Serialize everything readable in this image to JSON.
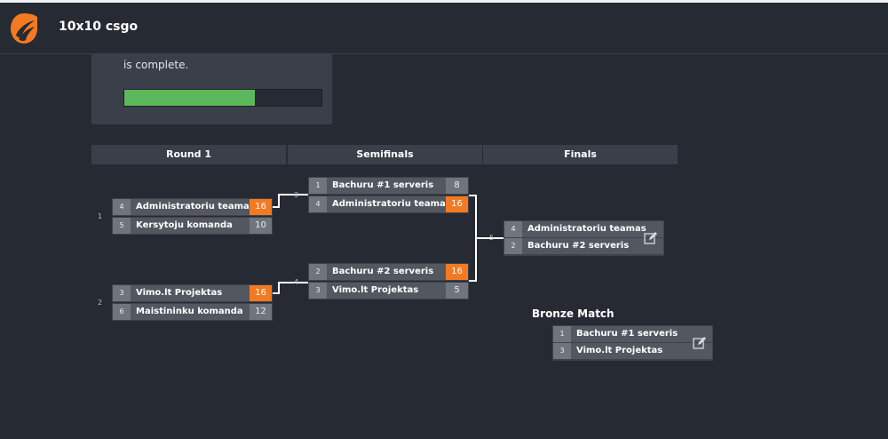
{
  "header": {
    "title": "10x10 csgo"
  },
  "info_card": {
    "text": "is complete.",
    "progress_fraction": 0.66
  },
  "rounds": [
    "Round 1",
    "Semifinals",
    "Finals"
  ],
  "round1": [
    {
      "num": "1",
      "teams": [
        {
          "seed": "4",
          "name": "Administratoriu teamas",
          "score": "16",
          "winner": true
        },
        {
          "seed": "5",
          "name": "Kersytoju komanda",
          "score": "10",
          "winner": false
        }
      ]
    },
    {
      "num": "2",
      "teams": [
        {
          "seed": "3",
          "name": "Vimo.lt Projektas",
          "score": "16",
          "winner": true
        },
        {
          "seed": "6",
          "name": "Maistininku komanda",
          "score": "12",
          "winner": false
        }
      ]
    }
  ],
  "semifinals": [
    {
      "num": "3",
      "teams": [
        {
          "seed": "1",
          "name": "Bachuru #1 serveris",
          "score": "8",
          "winner": false
        },
        {
          "seed": "4",
          "name": "Administratoriu teamas",
          "score": "16",
          "winner": true
        }
      ]
    },
    {
      "num": "4",
      "teams": [
        {
          "seed": "2",
          "name": "Bachuru #2 serveris",
          "score": "16",
          "winner": true
        },
        {
          "seed": "3",
          "name": "Vimo.lt Projektas",
          "score": "5",
          "winner": false
        }
      ]
    }
  ],
  "final": {
    "num": "5",
    "teams": [
      {
        "seed": "4",
        "name": "Administratoriu teamas"
      },
      {
        "seed": "2",
        "name": "Bachuru #2 serveris"
      }
    ]
  },
  "bronze": {
    "title": "Bronze Match",
    "teams": [
      {
        "seed": "1",
        "name": "Bachuru #1 serveris"
      },
      {
        "seed": "3",
        "name": "Vimo.lt Projektas"
      }
    ]
  },
  "colors": {
    "accent": "#f47a21",
    "progress": "#5cb85c",
    "background": "#262a33"
  }
}
